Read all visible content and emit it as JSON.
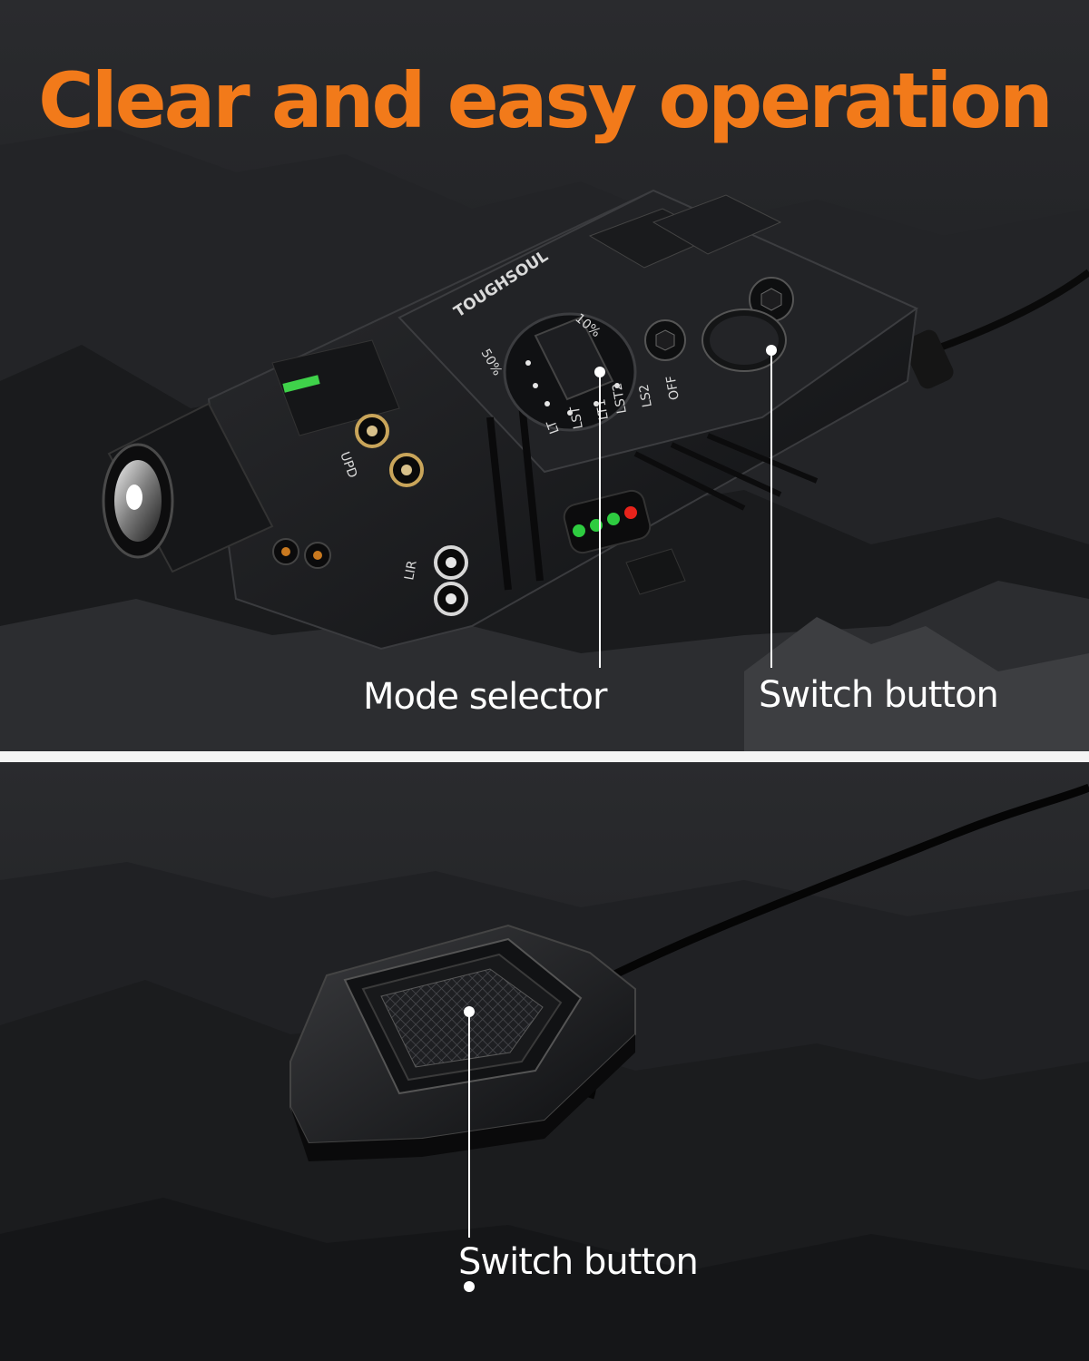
{
  "headline": {
    "text": "Clear and easy operation",
    "color": "#f27a1a"
  },
  "callouts": {
    "mode_selector": "Mode selector",
    "switch_button_top": "Switch button",
    "switch_button_bottom": "Switch button"
  },
  "device": {
    "brand": "TOUGHSOUL",
    "port_label_top": "UPD",
    "port_label_bottom": "LIR",
    "dial_modes": [
      "10%",
      "50%",
      "LT",
      "LST",
      "LT1",
      "LST2",
      "LS2",
      "OFF"
    ],
    "indicator_colors": [
      "#2ecc40",
      "#2ecc40",
      "#2ecc40",
      "#e8231b"
    ]
  },
  "colors": {
    "background": "#1b1b1d",
    "divider": "#f4f4f4",
    "label_text": "#ffffff"
  }
}
